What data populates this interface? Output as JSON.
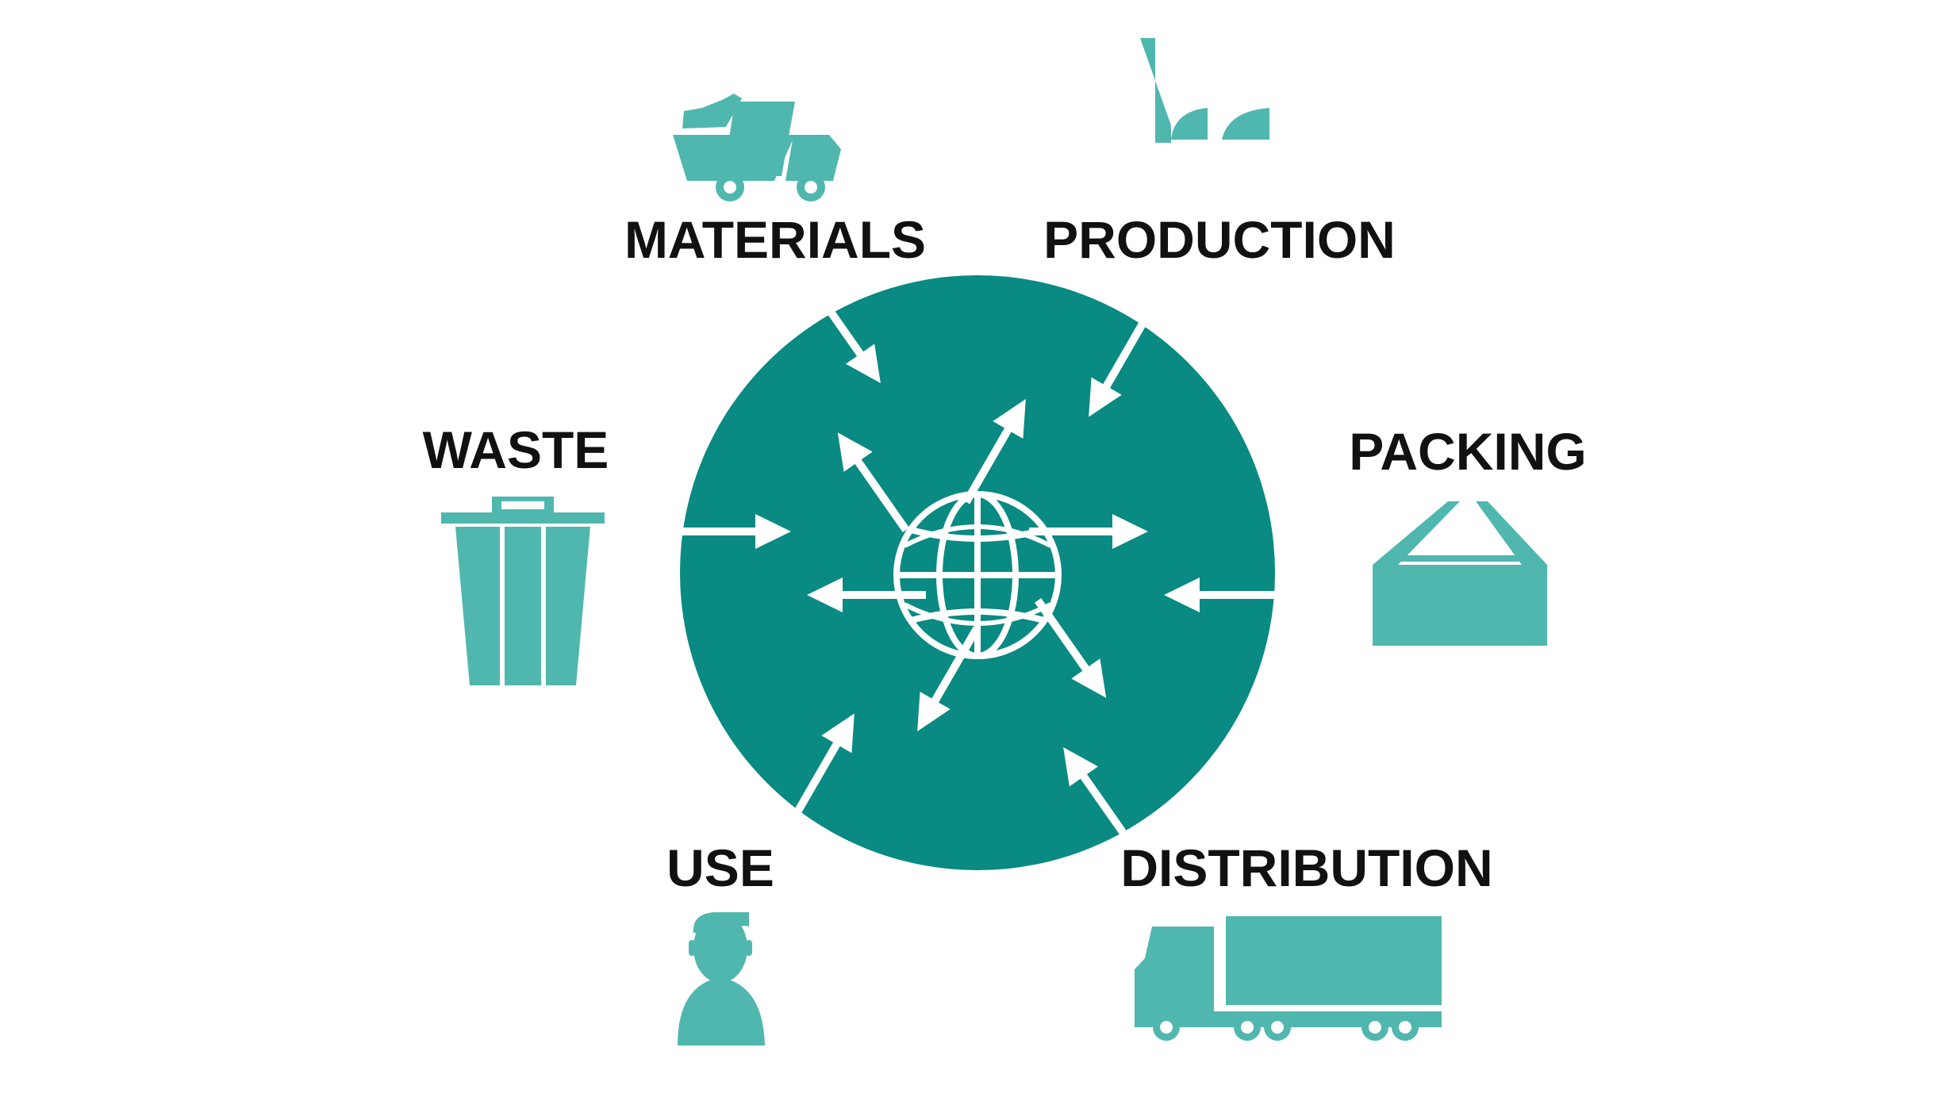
{
  "stages": {
    "materials": {
      "label": "MATERIALS",
      "icon": "dump-truck-icon"
    },
    "production": {
      "label": "PRODUCTION",
      "icon": "factory-icon"
    },
    "packing": {
      "label": "PACKING",
      "icon": "open-box-icon"
    },
    "distribution": {
      "label": "DISTRIBUTION",
      "icon": "lorry-icon"
    },
    "use": {
      "label": "USE",
      "icon": "person-icon"
    },
    "waste": {
      "label": "WASTE",
      "icon": "trash-bin-icon"
    }
  },
  "center": {
    "icon": "globe-icon"
  },
  "colors": {
    "circle": "#098A82",
    "icon": "#50B7AF",
    "text": "#111111",
    "arrow": "#ffffff"
  }
}
